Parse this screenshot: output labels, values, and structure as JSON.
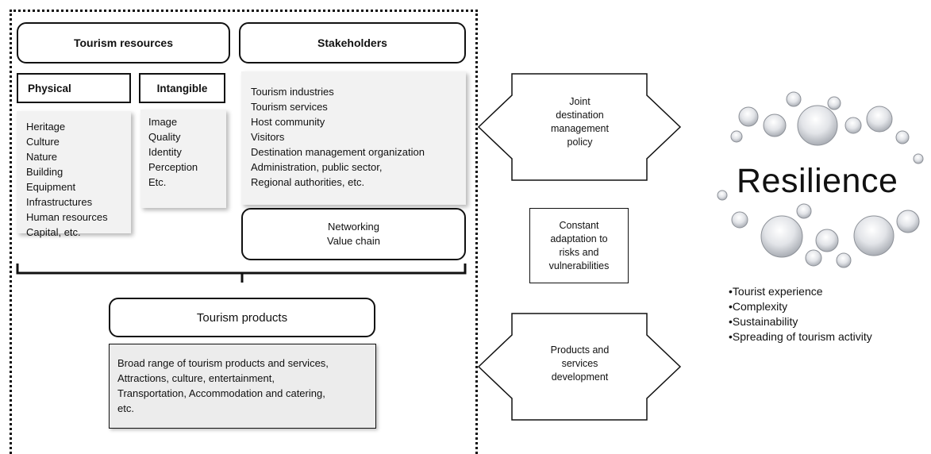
{
  "resources": {
    "title": "Tourism resources",
    "physical": {
      "label": "Physical",
      "items": [
        "Heritage",
        "Culture",
        "Nature",
        "Building",
        "Equipment",
        "Infrastructures",
        "Human resources",
        "Capital, etc."
      ]
    },
    "intangible": {
      "label": "Intangible",
      "items": [
        "Image",
        "Quality",
        "Identity",
        "Perception",
        "Etc."
      ]
    }
  },
  "stakeholders": {
    "title": "Stakeholders",
    "items": [
      "Tourism industries",
      "Tourism services",
      "Host community",
      "Visitors",
      "Destination management organization",
      "Administration, public sector,",
      "Regional authorities, etc."
    ],
    "networking": [
      "Networking",
      "Value chain"
    ]
  },
  "products": {
    "title": "Tourism products",
    "items": [
      "Broad range of tourism products and services,",
      "Attractions, culture, entertainment,",
      "Transportation, Accommodation and catering,",
      "etc."
    ]
  },
  "arrows": {
    "top": [
      "Joint",
      "destination",
      "management",
      "policy"
    ],
    "middle": [
      "Constant",
      "adaptation to",
      "risks and",
      "vulnerabilities"
    ],
    "bottom": [
      "Products and",
      "services",
      "development"
    ]
  },
  "resilience": {
    "title": "Resilience",
    "bullets": [
      "Tourist experience",
      "Complexity",
      "Sustainability",
      "Spreading of tourism activity"
    ]
  }
}
